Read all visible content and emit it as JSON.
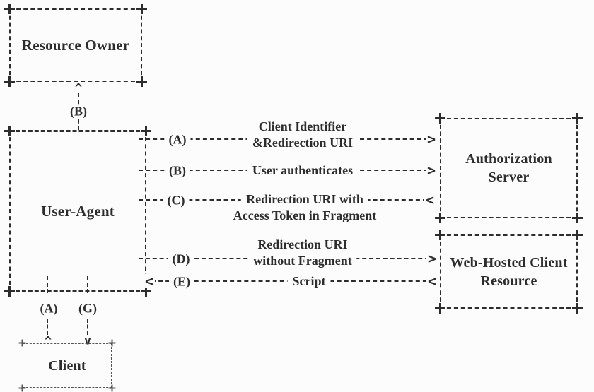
{
  "colors": {
    "ink": "#2d2d2d",
    "muted_ink": "#555555",
    "background": "#fcfcfc"
  },
  "glyphs": {
    "up": "^",
    "down": "v",
    "left": "<",
    "right": ">"
  },
  "boxes": {
    "resource_owner": {
      "label": "Resource Owner"
    },
    "user_agent": {
      "label": "User-Agent"
    },
    "authorization_server": {
      "lines": [
        "Authorization",
        "Server"
      ]
    },
    "web_hosted_client_resource": {
      "lines": [
        "Web-Hosted Client",
        "Resource"
      ]
    },
    "client": {
      "label": "Client"
    }
  },
  "connectors": {
    "resource_owner_link": {
      "label": "(B)"
    },
    "client_up_link": {
      "label": "(A)"
    },
    "client_down_link": {
      "label": "(G)"
    }
  },
  "flows": [
    {
      "label": "(A)",
      "lines": [
        "Client Identifier",
        "&Redirection URI"
      ],
      "direction": "right"
    },
    {
      "label": "(B)",
      "lines": [
        "User authenticates"
      ],
      "direction": "right"
    },
    {
      "label": "(C)",
      "lines": [
        "Redirection URI with",
        "Access Token in Fragment"
      ],
      "direction": "left"
    },
    {
      "label": "(D)",
      "lines": [
        "Redirection URI",
        "without Fragment"
      ],
      "direction": "right"
    },
    {
      "label": "(E)",
      "lines": [
        "Script"
      ],
      "direction": "left"
    }
  ]
}
